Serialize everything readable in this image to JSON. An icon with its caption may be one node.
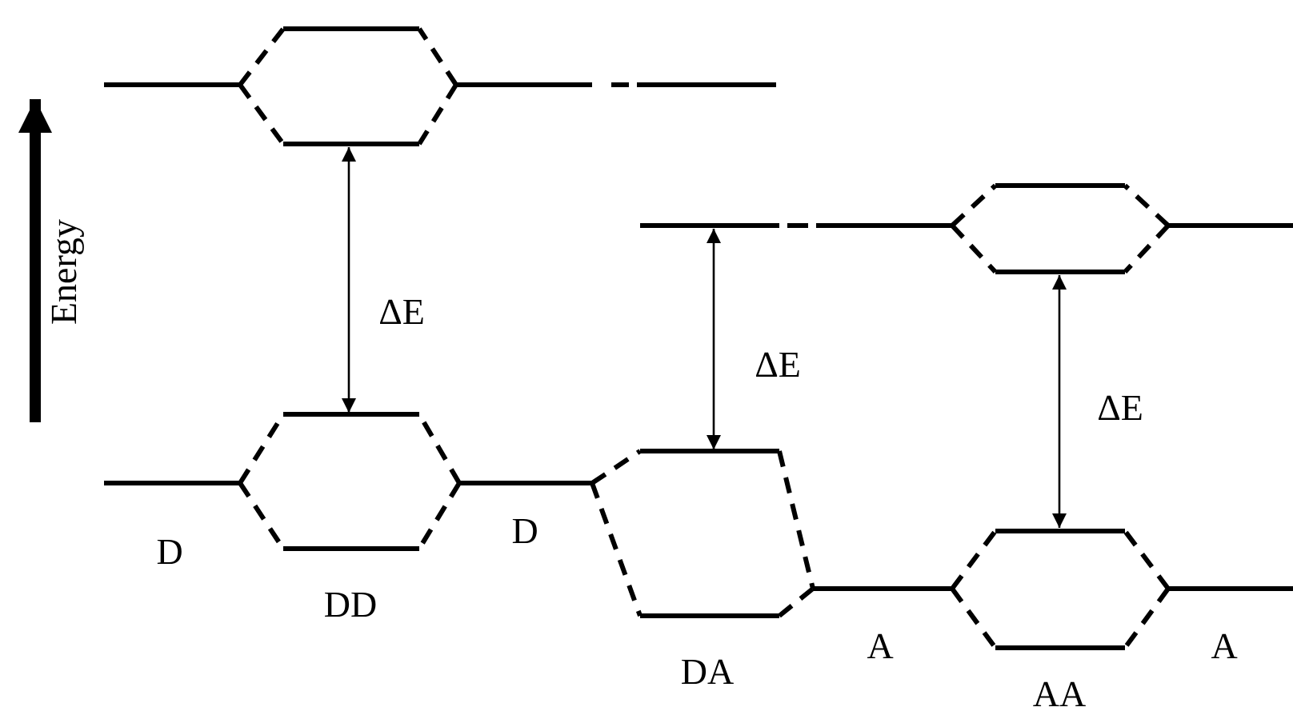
{
  "diagram": {
    "labels": [
      "Energy",
      "ΔE",
      "ΔE",
      "ΔE",
      "D",
      "DD",
      "D",
      "DA",
      "A",
      "AA",
      "A"
    ]
  }
}
